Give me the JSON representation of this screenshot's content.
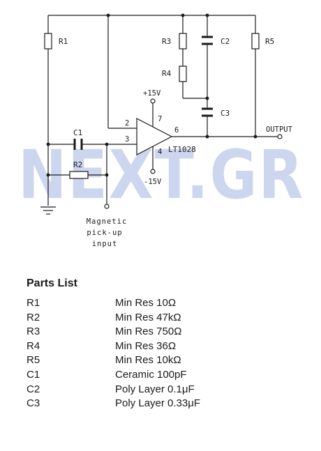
{
  "watermark": "NEXT.GR",
  "schematic": {
    "components": {
      "r1": "R1",
      "r2": "R2",
      "r3": "R3",
      "r4": "R4",
      "r5": "R5",
      "c1": "C1",
      "c2": "C2",
      "c3": "C3",
      "opamp": "LT1028"
    },
    "pins": {
      "p2": "2",
      "p3": "3",
      "p4": "4",
      "p6": "6",
      "p7": "7"
    },
    "supply_pos": "+15V",
    "supply_neg": "-15V",
    "output_label": "OUTPUT",
    "input_label": [
      "Magnetic",
      "pick-up",
      "input"
    ]
  },
  "parts_list": {
    "title": "Parts List",
    "items": [
      {
        "id": "R1",
        "desc": "Min Res 10Ω"
      },
      {
        "id": "R2",
        "desc": "Min Res 47kΩ"
      },
      {
        "id": "R3",
        "desc": "Min Res 750Ω"
      },
      {
        "id": "R4",
        "desc": "Min Res 36Ω"
      },
      {
        "id": "R5",
        "desc": "Min Res 10kΩ"
      },
      {
        "id": "C1",
        "desc": "Ceramic 100pF"
      },
      {
        "id": "C2",
        "desc": "Poly Layer 0.1μF"
      },
      {
        "id": "C3",
        "desc": "Poly Layer 0.33μF"
      }
    ]
  }
}
